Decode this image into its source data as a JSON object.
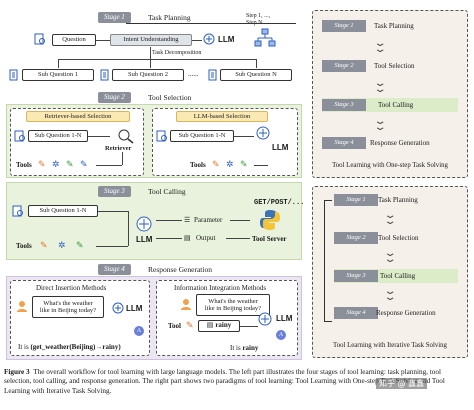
{
  "stages": {
    "s1": {
      "tag": "Stage 1",
      "title": "Task Planning"
    },
    "s2": {
      "tag": "Stage 2",
      "title": "Tool Selection"
    },
    "s3": {
      "tag": "Stage 3",
      "title": "Tool Calling"
    },
    "s4": {
      "tag": "Stage 4",
      "title": "Response Generation"
    }
  },
  "planning": {
    "question": "Question",
    "intent": "Intent Understanding",
    "llm": "LLM",
    "decomposition": "Task Decomposition",
    "steps": "Step 1, ...,\nStep N",
    "sub1": "Sub Question 1",
    "sub2": "Sub Question 2",
    "subn": "Sub Question N",
    "dots": "......"
  },
  "selection": {
    "retriever_head": "Retriever-based Selection",
    "llm_head": "LLM-based Selection",
    "sub_q": "Sub Question 1-N",
    "retriever": "Retriever",
    "llm": "LLM",
    "tools": "Tools"
  },
  "calling": {
    "sub_q": "Sub Question 1-N",
    "tools": "Tools",
    "llm": "LLM",
    "parameter": "Parameter",
    "output": "Output",
    "http": "GET/POST/...",
    "server": "Tool Server"
  },
  "response": {
    "direct_head": "Direct Insertion Methods",
    "info_head": "Information Integration Methods",
    "question": "What's the weather\nlike in Beijing today?",
    "llm": "LLM",
    "direct_answer_prefix": "It is ",
    "direct_answer_code": "(get_weather(Beijing)→rainy)",
    "tool": "Tool",
    "rainy": "rainy",
    "info_answer_prefix": "It is ",
    "info_answer_bold": "rainy",
    "avatar": "A"
  },
  "right_one_step": {
    "items": [
      {
        "tag": "Stage 1",
        "label": "Task Planning"
      },
      {
        "tag": "Stage 2",
        "label": "Tool Selection"
      },
      {
        "tag": "Stage 3",
        "label": "Tool Calling"
      },
      {
        "tag": "Stage 4",
        "label": "Response Generation"
      }
    ],
    "title": "Tool Learning with One-step Task Solving"
  },
  "right_iterative": {
    "items": [
      {
        "tag": "Stage 1",
        "label": "Task Planning"
      },
      {
        "tag": "Stage 2",
        "label": "Tool Selection"
      },
      {
        "tag": "Stage 3",
        "label": "Tool Calling"
      },
      {
        "tag": "Stage 4",
        "label": "Response Generation"
      }
    ],
    "title": "Tool Learning with Iterative Task Solving"
  },
  "caption": {
    "label": "Figure 3",
    "text": "The overall workflow for tool learning with large language models. The left part illustrates the four stages of tool learning: task planning, tool selection, tool calling, and response generation. The right part shows two paradigms of tool learning: Tool Learning with One-step Task Solving and Tool Learning with Iterative Task Solving."
  },
  "watermark": "知乎 @ 鑫鑫"
}
